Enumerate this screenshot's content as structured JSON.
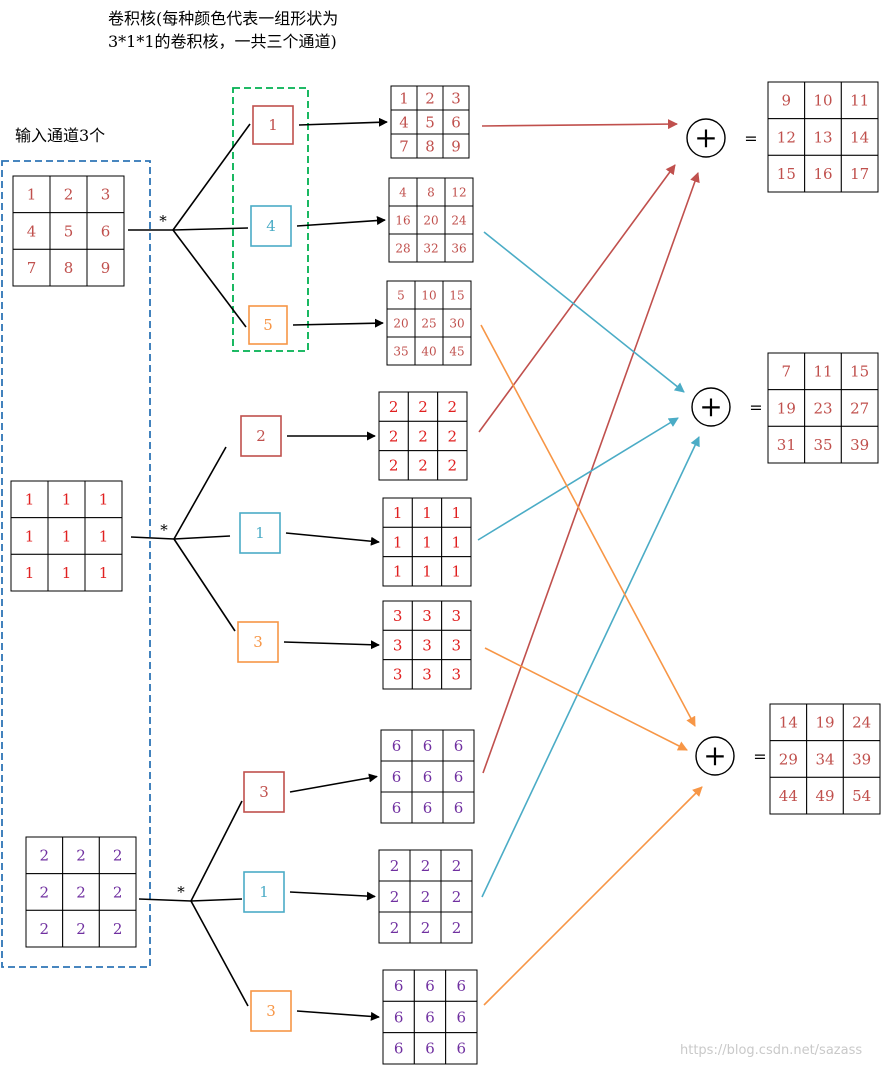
{
  "title": {
    "line1": "卷积核(每种颜色代表一组形状为",
    "line2": "3*1*1的卷积核，一共三个通道)"
  },
  "input_label": "输入通道3个",
  "star": "*",
  "plus": "+",
  "equals": "=",
  "watermark": "https://blog.csdn.net/sazass",
  "colors": {
    "red": "#c0504d",
    "cyan": "#4bacc6",
    "orange": "#f79646",
    "green": "#00b050",
    "blue": "#2e75b6",
    "purple": "#7030a0",
    "brightred": "#e02020"
  },
  "inputs": [
    {
      "values": [
        [
          1,
          2,
          3
        ],
        [
          4,
          5,
          6
        ],
        [
          7,
          8,
          9
        ]
      ],
      "color": "red"
    },
    {
      "values": [
        [
          1,
          1,
          1
        ],
        [
          1,
          1,
          1
        ],
        [
          1,
          1,
          1
        ]
      ],
      "color": "brightred"
    },
    {
      "values": [
        [
          2,
          2,
          2
        ],
        [
          2,
          2,
          2
        ],
        [
          2,
          2,
          2
        ]
      ],
      "color": "purple"
    }
  ],
  "kernels": [
    [
      {
        "value": "1",
        "color": "red"
      },
      {
        "value": "4",
        "color": "cyan"
      },
      {
        "value": "5",
        "color": "orange"
      }
    ],
    [
      {
        "value": "2",
        "color": "red"
      },
      {
        "value": "1",
        "color": "cyan"
      },
      {
        "value": "3",
        "color": "orange"
      }
    ],
    [
      {
        "value": "3",
        "color": "red"
      },
      {
        "value": "1",
        "color": "cyan"
      },
      {
        "value": "3",
        "color": "orange"
      }
    ]
  ],
  "products": [
    {
      "values": [
        [
          1,
          2,
          3
        ],
        [
          4,
          5,
          6
        ],
        [
          7,
          8,
          9
        ]
      ],
      "color": "red"
    },
    {
      "values": [
        [
          4,
          8,
          12
        ],
        [
          16,
          20,
          24
        ],
        [
          28,
          32,
          36
        ]
      ],
      "color": "red"
    },
    {
      "values": [
        [
          5,
          10,
          15
        ],
        [
          20,
          25,
          30
        ],
        [
          35,
          40,
          45
        ]
      ],
      "color": "red"
    },
    {
      "values": [
        [
          2,
          2,
          2
        ],
        [
          2,
          2,
          2
        ],
        [
          2,
          2,
          2
        ]
      ],
      "color": "brightred"
    },
    {
      "values": [
        [
          1,
          1,
          1
        ],
        [
          1,
          1,
          1
        ],
        [
          1,
          1,
          1
        ]
      ],
      "color": "brightred"
    },
    {
      "values": [
        [
          3,
          3,
          3
        ],
        [
          3,
          3,
          3
        ],
        [
          3,
          3,
          3
        ]
      ],
      "color": "brightred"
    },
    {
      "values": [
        [
          6,
          6,
          6
        ],
        [
          6,
          6,
          6
        ],
        [
          6,
          6,
          6
        ]
      ],
      "color": "purple"
    },
    {
      "values": [
        [
          2,
          2,
          2
        ],
        [
          2,
          2,
          2
        ],
        [
          2,
          2,
          2
        ]
      ],
      "color": "purple"
    },
    {
      "values": [
        [
          6,
          6,
          6
        ],
        [
          6,
          6,
          6
        ],
        [
          6,
          6,
          6
        ]
      ],
      "color": "purple"
    }
  ],
  "outputs": [
    {
      "values": [
        [
          9,
          10,
          11
        ],
        [
          12,
          13,
          14
        ],
        [
          15,
          16,
          17
        ]
      ],
      "color": "red"
    },
    {
      "values": [
        [
          7,
          11,
          15
        ],
        [
          19,
          23,
          27
        ],
        [
          31,
          35,
          39
        ]
      ],
      "color": "red"
    },
    {
      "values": [
        [
          14,
          19,
          24
        ],
        [
          29,
          34,
          39
        ],
        [
          44,
          49,
          54
        ]
      ],
      "color": "red"
    }
  ]
}
